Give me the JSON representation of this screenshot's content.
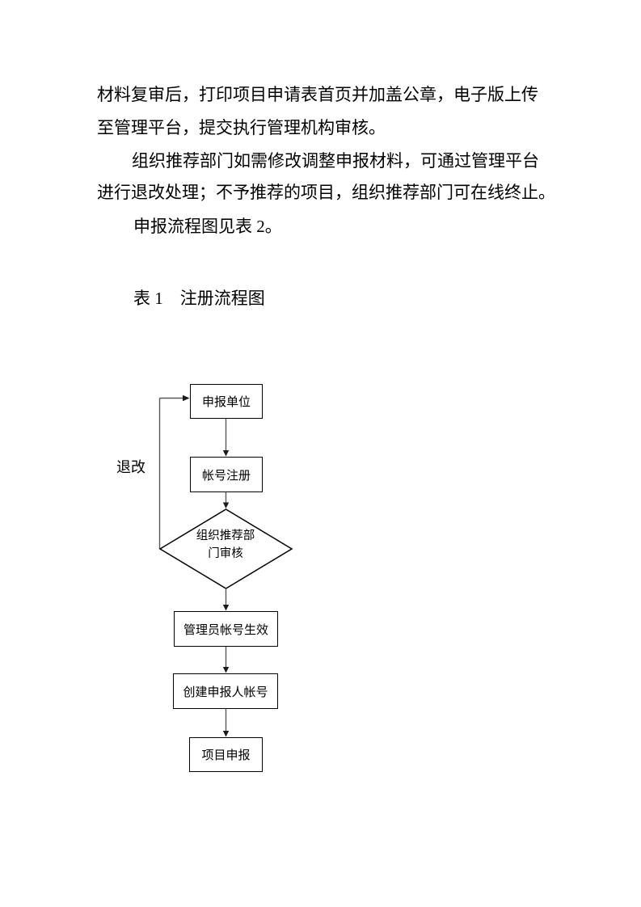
{
  "document": {
    "body_lines": [
      "材料复审后，打印项目申请表首页并加盖公章，电子版上传",
      "至管理平台，提交执行管理机构审核。",
      "组织推荐部门如需修改调整申报材料，可通过管理平台",
      "进行退改处理；不予推荐的项目，组织推荐部门可在线终止。",
      "申报流程图见表 2。"
    ],
    "caption": "表 1　注册流程图"
  },
  "flowchart": {
    "nodes": [
      {
        "id": "declaring-unit",
        "type": "rect",
        "label": "申报单位"
      },
      {
        "id": "account-register",
        "type": "rect",
        "label": "帐号注册"
      },
      {
        "id": "dept-review",
        "type": "diamond",
        "label": "组织推荐部门审核",
        "label_lines": [
          "组织推荐部",
          "门审核"
        ]
      },
      {
        "id": "admin-active",
        "type": "rect",
        "label": "管理员帐号生效"
      },
      {
        "id": "create-applicant",
        "type": "rect",
        "label": "创建申报人帐号"
      },
      {
        "id": "project-declare",
        "type": "rect",
        "label": "项目申报"
      }
    ],
    "edge_label": "退改",
    "colors": {
      "connector": "#595959",
      "arrowhead": "#1a1a1a",
      "node_border": "#000000",
      "node_fill": "#ffffff",
      "text": "#000000"
    }
  }
}
